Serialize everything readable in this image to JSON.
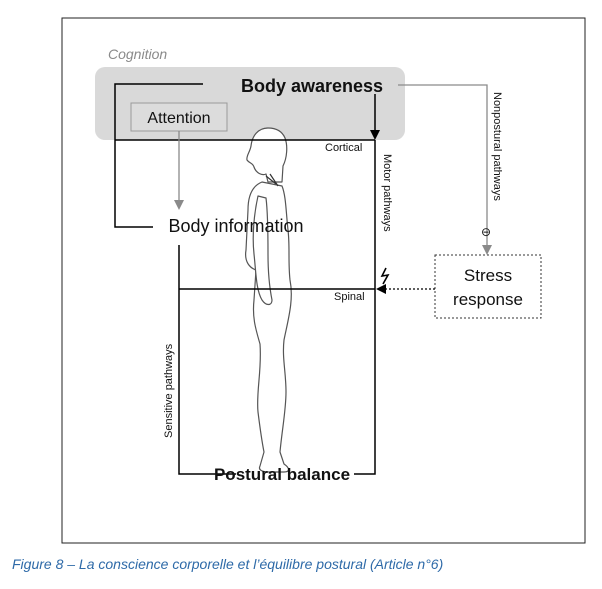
{
  "diagram": {
    "cognition_label": "Cognition",
    "body_awareness": "Body awareness",
    "attention": "Attention",
    "body_information": "Body information",
    "cortical": "Cortical",
    "motor_pathways": "Motor pathways",
    "nonpostural_pathways": "Nonpostural pathways",
    "inhibition_symbol": "⊖",
    "stress_response_line1": "Stress",
    "stress_response_line2": "response",
    "spinal": "Spinal",
    "sensitive_pathways": "Sensitive pathways",
    "postural_balance": "Postural balance"
  },
  "caption": "Figure 8 – La conscience corporelle et l’équilibre postural (Article n°6)"
}
